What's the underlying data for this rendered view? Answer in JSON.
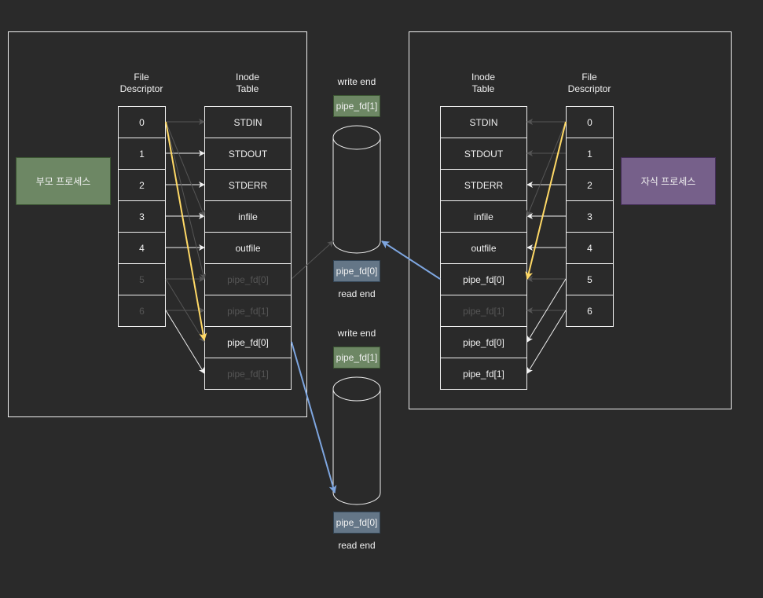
{
  "parent": {
    "process_label": "부모 프로세스",
    "process_color": "#6d8764",
    "fd_header": "File\nDescriptor",
    "inode_header": "Inode\nTable",
    "fds": [
      {
        "label": "0",
        "dim": false
      },
      {
        "label": "1",
        "dim": false
      },
      {
        "label": "2",
        "dim": false
      },
      {
        "label": "3",
        "dim": false
      },
      {
        "label": "4",
        "dim": false
      },
      {
        "label": "5",
        "dim": true
      },
      {
        "label": "6",
        "dim": true
      }
    ],
    "inodes": [
      {
        "label": "STDIN",
        "dim": false
      },
      {
        "label": "STDOUT",
        "dim": false
      },
      {
        "label": "STDERR",
        "dim": false
      },
      {
        "label": "infile",
        "dim": false
      },
      {
        "label": "outfile",
        "dim": false
      },
      {
        "label": "pipe_fd[0]",
        "dim": true
      },
      {
        "label": "pipe_fd[1]",
        "dim": true
      },
      {
        "label": "pipe_fd[0]",
        "dim": false
      },
      {
        "label": "pipe_fd[1]",
        "dim": true
      }
    ]
  },
  "child": {
    "process_label": "자식 프로세스",
    "process_color": "#76608a",
    "fd_header": "File\nDescriptor",
    "inode_header": "Inode\nTable",
    "fds": [
      {
        "label": "0",
        "dim": false
      },
      {
        "label": "1",
        "dim": false
      },
      {
        "label": "2",
        "dim": false
      },
      {
        "label": "3",
        "dim": false
      },
      {
        "label": "4",
        "dim": false
      },
      {
        "label": "5",
        "dim": false
      },
      {
        "label": "6",
        "dim": false
      }
    ],
    "inodes": [
      {
        "label": "STDIN",
        "dim": false
      },
      {
        "label": "STDOUT",
        "dim": false
      },
      {
        "label": "STDERR",
        "dim": false
      },
      {
        "label": "infile",
        "dim": false
      },
      {
        "label": "outfile",
        "dim": false
      },
      {
        "label": "pipe_fd[0]",
        "dim": false
      },
      {
        "label": "pipe_fd[1]",
        "dim": true
      },
      {
        "label": "pipe_fd[0]",
        "dim": false
      },
      {
        "label": "pipe_fd[1]",
        "dim": false
      }
    ]
  },
  "pipes": [
    {
      "write_label": "write end",
      "write_tag": "pipe_fd[1]",
      "read_tag": "pipe_fd[0]",
      "read_label": "read end"
    },
    {
      "write_label": "write end",
      "write_tag": "pipe_fd[1]",
      "read_tag": "pipe_fd[0]",
      "read_label": "read end"
    }
  ],
  "colors": {
    "write_tag": "#6d8764",
    "read_tag": "#647687",
    "highlight_arrow": "#ffd966",
    "pipe_arrow": "#7ea6e0",
    "dim_arrow": "#555555",
    "line": "#f0f0f0"
  }
}
